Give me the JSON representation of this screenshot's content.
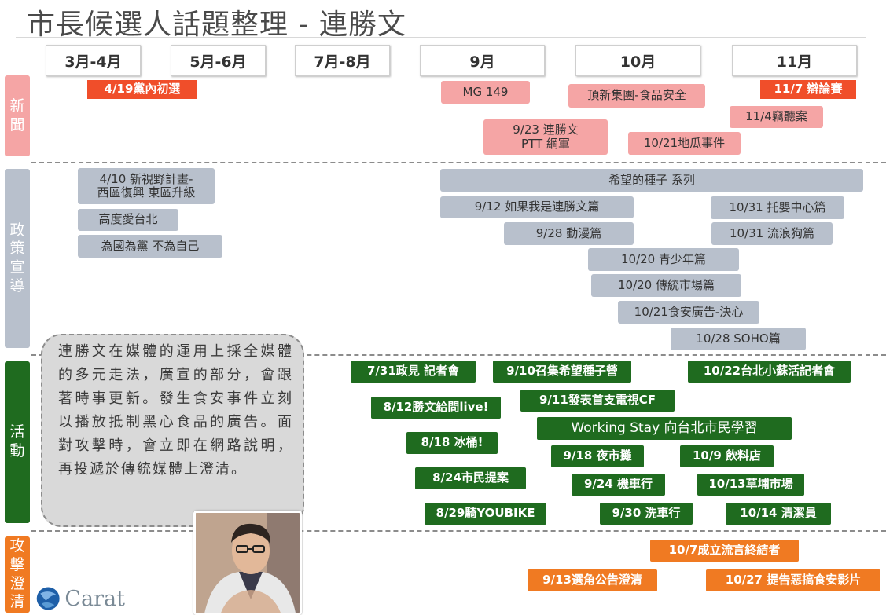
{
  "title": "市長候選人話題整理 - 連勝文",
  "months": [
    "3月-4月",
    "5月-6月",
    "7月-8月",
    "9月",
    "10月",
    "11月"
  ],
  "categories": {
    "news": {
      "chars": [
        "新",
        "聞"
      ],
      "color": "#f5a5a5"
    },
    "policy": {
      "chars": [
        "政",
        "策",
        "宣",
        "導"
      ],
      "color": "#b8c0cc"
    },
    "activity": {
      "chars": [
        "活",
        "動"
      ],
      "color": "#1f6b1f"
    },
    "attack": {
      "chars": [
        "攻",
        "擊",
        "澄",
        "清"
      ],
      "color": "#f07a22"
    }
  },
  "news_items": [
    "4/19黨內初選",
    "MG 149",
    "頂新集團-食品安全",
    "11/7 辯論賽",
    "11/4竊聽案",
    "9/23 連勝文",
    "PTT 網軍",
    "10/21地瓜事件"
  ],
  "policy_items": [
    "4/10 新視野計畫-",
    "西區復興 東區升級",
    "高度愛台北",
    "為國為黨 不為自己",
    "希望的種子 系列",
    "9/12 如果我是連勝文篇",
    "10/31 托嬰中心篇",
    "9/28 動漫篇",
    "10/31 流浪狗篇",
    "10/20 青少年篇",
    "10/20 傳統市場篇",
    "10/21食安廣告-決心",
    "10/28  SOHO篇"
  ],
  "activity_items": [
    "7/31政見 記者會",
    "9/10召集希望種子營",
    "10/22台北小蘇活記者會",
    "8/12勝文給問live!",
    "9/11發表首支電視CF",
    "Working Stay 向台北市民學習",
    "8/18 冰桶!",
    "9/18 夜市攤",
    "10/9 飲料店",
    "8/24市民提案",
    "9/24 機車行",
    "10/13草埔市場",
    "8/29騎YOUBIKE",
    "9/30 洗車行",
    "10/14 清潔員"
  ],
  "attack_items": [
    "10/7成立流言終結者",
    "9/13選角公告澄清",
    "10/27 提告惡搞食安影片"
  ],
  "note": "連勝文在媒體的運用上採全媒體的多元走法，廣宣的部分，會跟著時事更新。發生食安事件立刻以播放抵制黑心食品的廣告。面對攻擊時，會立即在網路說明，再投遞於傳統媒體上澄清。",
  "logo": {
    "text": "Carat",
    "icon": "carat-globe-icon"
  },
  "photo": {
    "icon": "person-photo"
  },
  "colors": {
    "news_red": "#f04e2a",
    "activity_green": "#1f6b1f",
    "attack_orange": "#f07a22",
    "policy_gray": "#b8c0cc",
    "news_pink": "#f5a5a5"
  }
}
